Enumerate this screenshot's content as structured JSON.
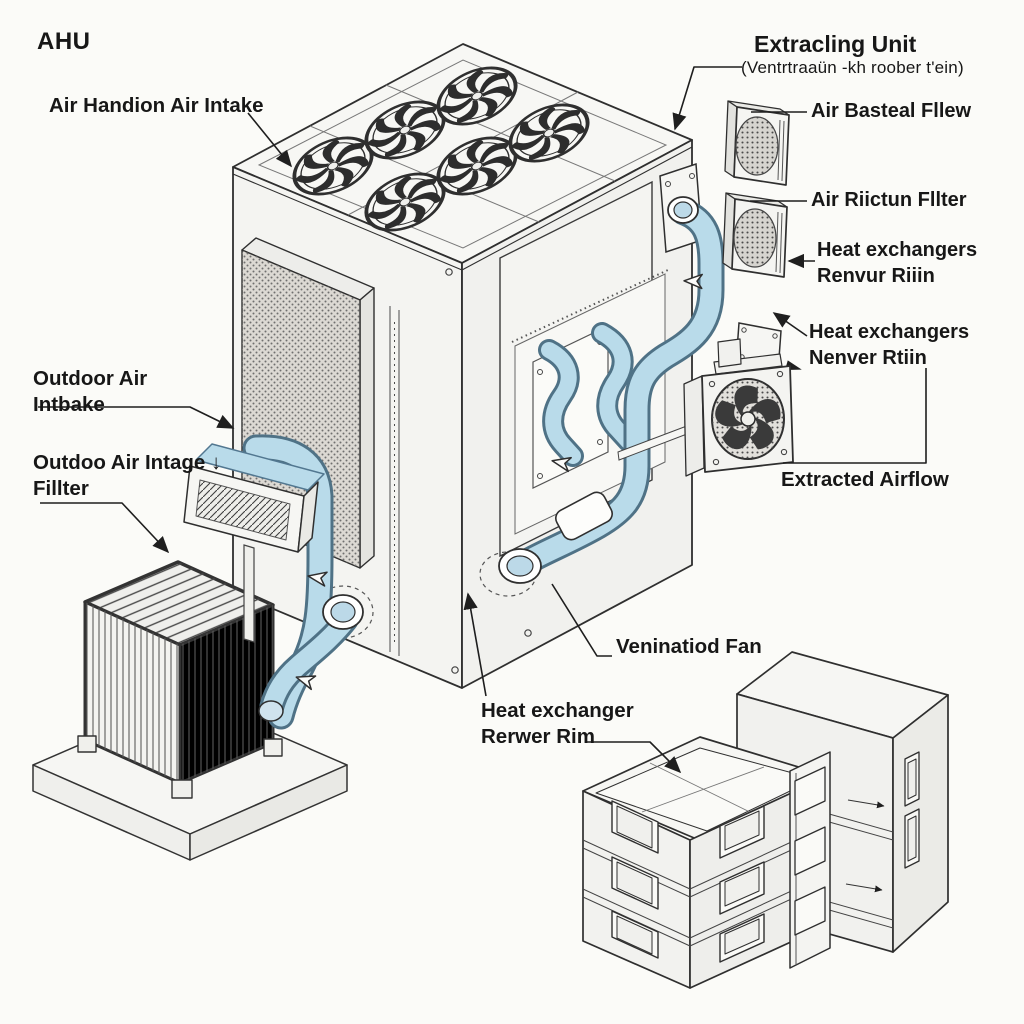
{
  "title": "AHU ventilation diagram",
  "colors": {
    "line": "#2e2e2e",
    "duct_fill": "#b9dbea",
    "duct_stroke": "#527790",
    "background": "#fbfbf8",
    "text": "#171717"
  },
  "labels": {
    "ahu": "AHU",
    "intake_top": "Air Handion Air Intake",
    "extracting_title": "Extracling Unit",
    "extracting_sub": "(Ventrtraaün -kh roober t'ein)",
    "basteal": "Air Basteal Fllew",
    "riictun": "Air Riictun Fllter",
    "hx1_l1": "Heat exchangers",
    "hx1_l2": "Renvur Riiin",
    "hx2_l1": "Heat exchangers",
    "hx2_l2": "Nenver Rtiin",
    "extracted": "Extracted Airflow",
    "outdoor1_l1": "Outdoor Air",
    "outdoor1_l2": "Intbake",
    "outdoor2_l1": "Outdoo Air Intage ↓",
    "outdoor2_l2": "Fillter",
    "vent_fan": "Veninatiod Fan",
    "hxb_l1": "Heat exchanger",
    "hxb_l2": "Rerwer Rim"
  }
}
